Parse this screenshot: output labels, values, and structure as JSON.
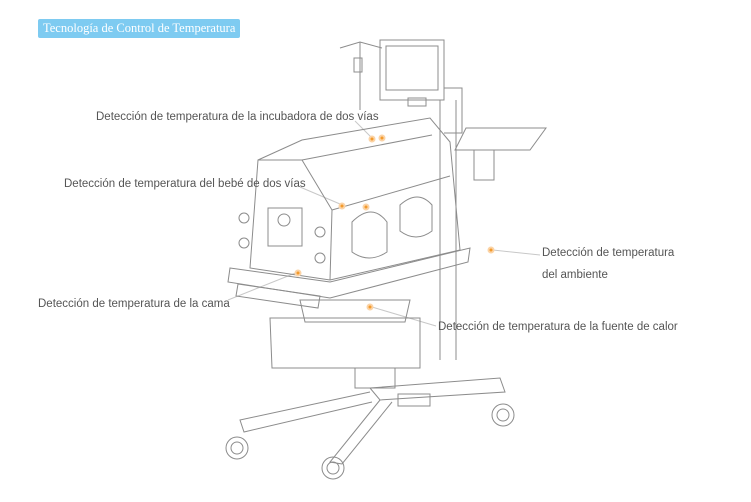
{
  "title": "Tecnología de Control de Temperatura",
  "labels": {
    "incubator": "Detección de temperatura de la incubadora de dos vías",
    "baby": "Detección de temperatura del bebé de dos vías",
    "bed": "Detección de temperatura de la cama",
    "ambient_line1": "Detección de temperatura",
    "ambient_line2": "del ambiente",
    "heater": "Detección de temperatura de la fuente de calor"
  },
  "colors": {
    "accent": "#7ecbf1",
    "sensor": "#f39a2b",
    "line": "#9a9a9a"
  }
}
